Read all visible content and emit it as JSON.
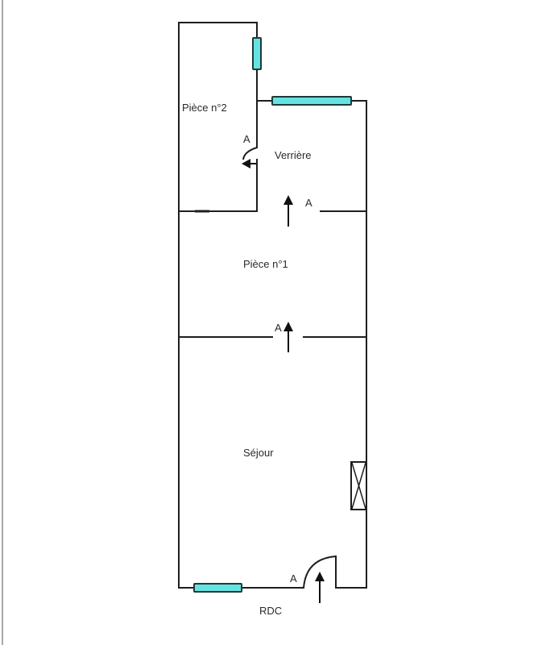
{
  "plan": {
    "floor_label": "RDC",
    "colors": {
      "wall": "#1e1e1e",
      "window_fill": "#66e2e2",
      "window_stroke": "#1e3a3a",
      "background": "#ffffff"
    },
    "rooms": [
      {
        "name": "Pièce n°2"
      },
      {
        "name": "Verrière"
      },
      {
        "name": "Pièce n°1"
      },
      {
        "name": "Séjour"
      }
    ],
    "doors": [
      {
        "label": "A",
        "between": "Pièce n°2 / Verrière"
      },
      {
        "label": "A",
        "between": "Verrière / Pièce n°1"
      },
      {
        "label": "A",
        "between": "Pièce n°1 / Séjour"
      },
      {
        "label": "A",
        "between": "Séjour / Entrée"
      }
    ],
    "windows": [
      {
        "wall": "Pièce n°2 east"
      },
      {
        "wall": "Verrière north"
      },
      {
        "wall": "Séjour south"
      }
    ],
    "fixtures": [
      {
        "type": "crossed-box",
        "wall": "Séjour east"
      }
    ]
  }
}
